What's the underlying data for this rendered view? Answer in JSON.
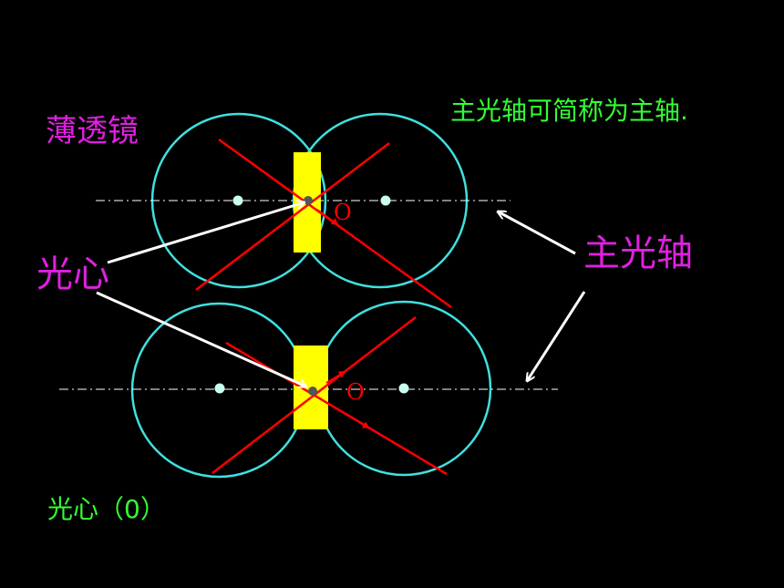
{
  "title": "薄透镜",
  "note": "主光轴可简称为主轴.",
  "label_optical_center": "光心",
  "label_principal_axis": "主光轴",
  "footer": "光心（0）",
  "point_label_top": "O",
  "point_label_bottom": "O",
  "colors": {
    "background": "#000000",
    "title": "#e020e0",
    "note": "#33ff33",
    "circle": "#40e0e0",
    "lens": "#ffff00",
    "ray": "#ff0000",
    "pointer": "#ffffff",
    "axis": "#ffffff"
  }
}
